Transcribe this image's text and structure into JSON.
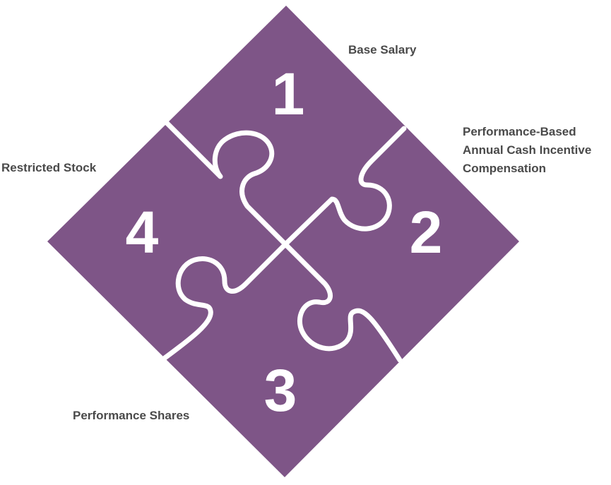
{
  "colors": {
    "piece_fill": "#7e5587",
    "seam": "#ffffff",
    "label": "#4a4a4a",
    "number": "#ffffff"
  },
  "pieces": [
    {
      "number": "1",
      "label": "Base Salary"
    },
    {
      "number": "2",
      "label_lines": [
        "Performance-Based",
        "Annual Cash Incentive",
        "Compensation"
      ]
    },
    {
      "number": "3",
      "label": "Performance Shares"
    },
    {
      "number": "4",
      "label": "Restricted Stock"
    }
  ]
}
